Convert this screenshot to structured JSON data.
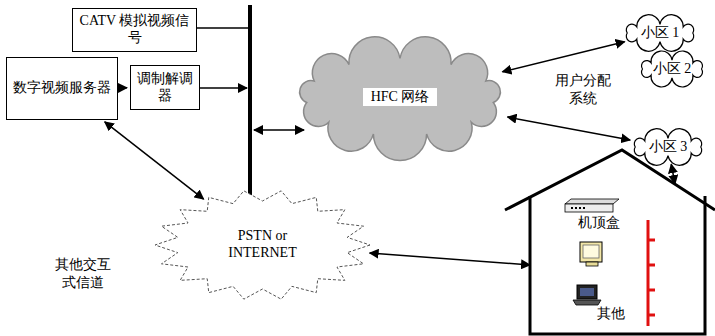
{
  "diagram": {
    "nodes": [
      {
        "text": [
          "CATV 模拟视频信号"
        ]
      },
      {
        "text": [
          "数字视频服务器"
        ]
      },
      {
        "text": [
          "调制解调器"
        ]
      },
      {
        "text": [
          "HFC 网络"
        ]
      },
      {
        "text": [
          "小区 1"
        ]
      },
      {
        "text": [
          "小区 2"
        ]
      },
      {
        "text": [
          "小区 3"
        ]
      },
      {
        "text": [
          "PSTN or INTERNET"
        ]
      },
      {
        "text": [
          "其他"
        ]
      },
      {
        "text": [
          "机顶盒"
        ],
        "in": 8
      }
    ],
    "edges": [
      {
        "from": 1,
        "to": 2,
        "arrow": "to"
      },
      {
        "from": 3,
        "to": 4,
        "arrow": "both"
      },
      {
        "from": 3,
        "to": 6,
        "arrow": "both"
      },
      {
        "from": 6,
        "to": 8,
        "arrow": "both"
      },
      {
        "from": 1,
        "to": 7,
        "arrow": "both"
      },
      {
        "from": 7,
        "to": 8,
        "arrow": "both"
      }
    ],
    "labels": [
      "用户分配系统",
      "其他交互式信道"
    ]
  }
}
